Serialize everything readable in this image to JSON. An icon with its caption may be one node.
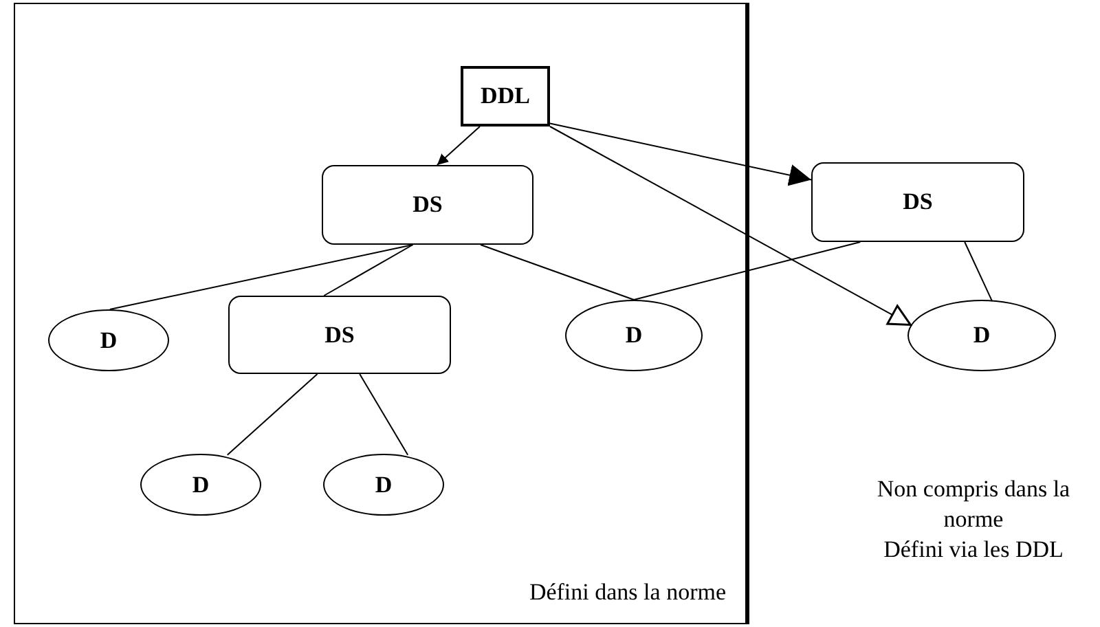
{
  "diagram": {
    "nodes": [
      {
        "text": [
          "Défini dans la norme"
        ]
      },
      {
        "text": [
          "DDL"
        ],
        "in": 0
      },
      {
        "text": [
          "DS"
        ],
        "in": 0
      },
      {
        "text": [
          "D"
        ],
        "in": 0
      },
      {
        "text": [
          "DS"
        ],
        "in": 0
      },
      {
        "text": [
          "D"
        ],
        "in": 0
      },
      {
        "text": [
          "D"
        ],
        "in": 0
      },
      {
        "text": [
          "D"
        ],
        "in": 0
      },
      {
        "text": [
          "DS"
        ]
      },
      {
        "text": [
          "D"
        ]
      }
    ],
    "edges": [
      {
        "from": 1,
        "to": 2,
        "arrow": "to"
      },
      {
        "from": 1,
        "to": 8,
        "arrow": "to"
      },
      {
        "from": 1,
        "to": 9,
        "arrow": "to"
      },
      {
        "from": 2,
        "to": 3,
        "arrow": "none"
      },
      {
        "from": 2,
        "to": 4,
        "arrow": "none"
      },
      {
        "from": 2,
        "to": 5,
        "arrow": "none"
      },
      {
        "from": 4,
        "to": 6,
        "arrow": "none"
      },
      {
        "from": 4,
        "to": 7,
        "arrow": "none"
      },
      {
        "from": 8,
        "to": 5,
        "arrow": "none"
      },
      {
        "from": 8,
        "to": 9,
        "arrow": "none"
      }
    ],
    "labels": [
      "Non compris dans la norme",
      "Défini via les DDL"
    ]
  }
}
